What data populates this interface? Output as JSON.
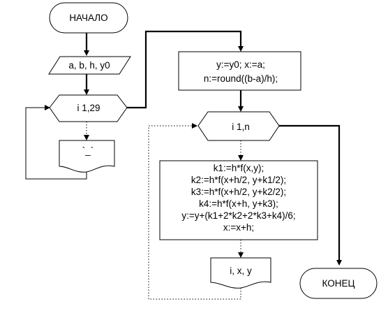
{
  "flowchart": {
    "start": "НАЧАЛО",
    "input": "a, b, h, y0",
    "loop_outer": "i 1,29",
    "print_outer": "`_`",
    "init": [
      "y:=y0; x:=a;",
      "n:=round((b-a)/h);"
    ],
    "loop_inner": "i 1,n",
    "process": [
      "k1:=h*f(x,y);",
      "k2:=h*f(x+h/2, y+k1/2);",
      "k3:=h*f(x+h/2, y+k2/2);",
      "k4:=h*f(x+h, y+k3);",
      "y:=y+(k1+2*k2+2*k3+k4)/6;",
      "x:=x+h;"
    ],
    "output": "i, x, y",
    "end": "КОНЕЦ"
  }
}
